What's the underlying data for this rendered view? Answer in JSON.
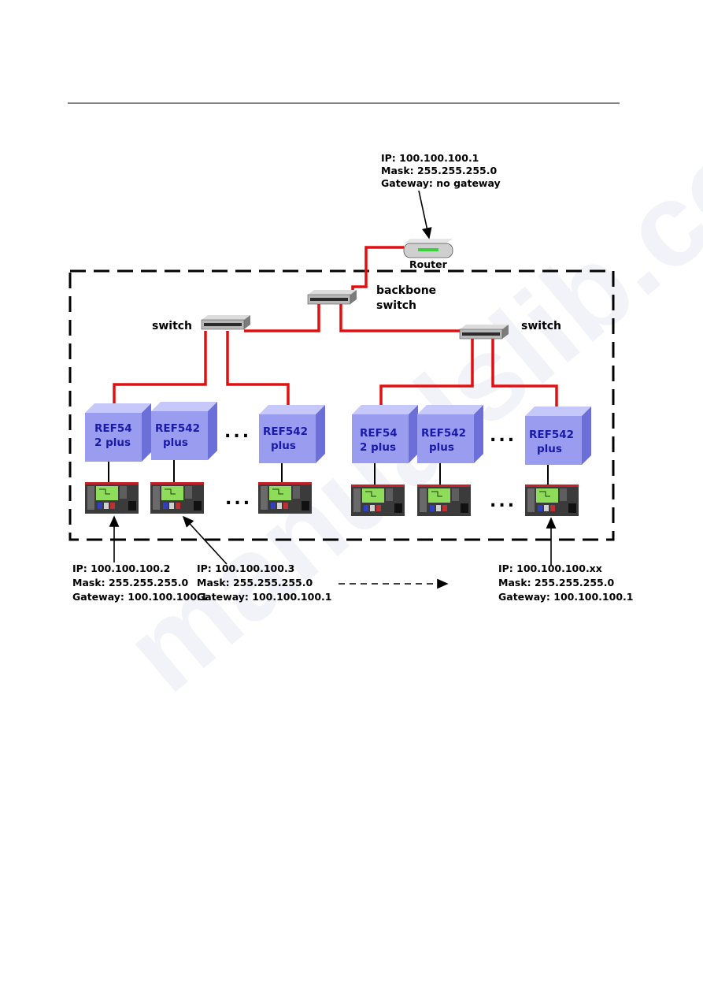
{
  "watermark": "manualslib.com",
  "router": {
    "label": "Router",
    "ip": "IP: 100.100.100.1",
    "mask": "Mask: 255.255.255.0",
    "gateway": "Gateway: no gateway"
  },
  "backbone_switch": {
    "line1": "backbone",
    "line2": "switch"
  },
  "left_switch": {
    "label": "switch"
  },
  "right_switch": {
    "label": "switch"
  },
  "devices": [
    {
      "line1": "REF54",
      "line2": "2 plus"
    },
    {
      "line1": "REF542",
      "line2": "plus"
    },
    {
      "line1": "REF542",
      "line2": "plus"
    },
    {
      "line1": "REF54",
      "line2": "2 plus"
    },
    {
      "line1": "REF542",
      "line2": "plus"
    },
    {
      "line1": "REF542",
      "line2": "plus"
    }
  ],
  "ellipsis": "...",
  "ip_blocks": [
    {
      "ip": "IP: 100.100.100.2",
      "mask": "Mask: 255.255.255.0",
      "gateway": "Gateway: 100.100.100.1"
    },
    {
      "ip": "IP: 100.100.100.3",
      "mask": "Mask: 255.255.255.0",
      "gateway": "Gateway: 100.100.100.1"
    },
    {
      "ip": "IP: 100.100.100.xx",
      "mask": "Mask: 255.255.255.0",
      "gateway": "Gateway: 100.100.100.1"
    }
  ],
  "colors": {
    "link": "#e01010",
    "cube": "#9a9cf0",
    "hmi_screen": "#8fdc5a",
    "border": "#000000"
  }
}
